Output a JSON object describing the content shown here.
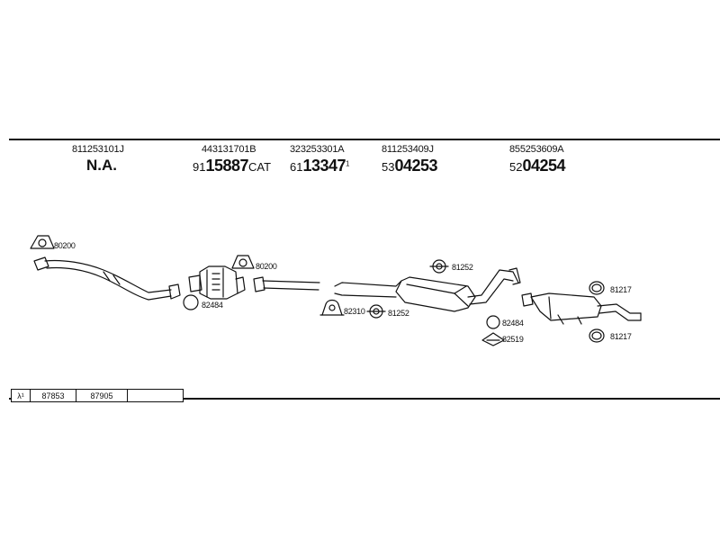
{
  "columns": [
    {
      "oe": "811253101J",
      "part_prefix": "",
      "part_main": "N.A.",
      "part_suffix": "",
      "is_na": true
    },
    {
      "oe": "443131701B",
      "part_prefix": "91",
      "part_main": "15887",
      "part_suffix": "CAT",
      "is_na": false
    },
    {
      "oe": "323253301A",
      "part_prefix": "61",
      "part_main": "13347",
      "part_suffix": "1",
      "is_na": false
    },
    {
      "oe": "811253409J",
      "part_prefix": "53",
      "part_main": "04253",
      "part_suffix": "",
      "is_na": false
    },
    {
      "oe": "855253609A",
      "part_prefix": "52",
      "part_main": "04254",
      "part_suffix": "",
      "is_na": false
    }
  ],
  "labels": {
    "l80200a": "80200",
    "l82484a": "82484",
    "l80200b": "80200",
    "l82310": "82310",
    "l81252a": "81252",
    "l81252b": "81252",
    "l82484b": "82484",
    "l82519": "82519",
    "l81217a": "81217",
    "l81217b": "81217"
  },
  "legend": {
    "symbol": "λ¹",
    "cells": [
      "87853",
      "87905",
      ""
    ]
  },
  "colors": {
    "line": "#111111",
    "fill": "#ffffff"
  }
}
